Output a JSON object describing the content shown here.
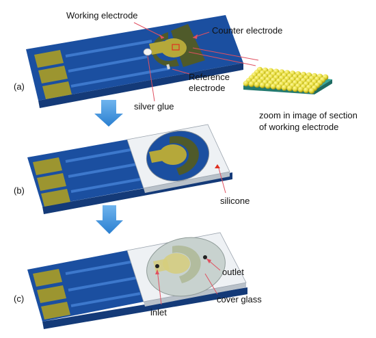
{
  "labels": {
    "working_electrode": "Working electrode",
    "counter_electrode": "Counter electrode",
    "reference_line1": "Reference",
    "reference_line2": "electrode",
    "silver_glue": "silver glue",
    "zoom_line1": "zoom in image of section",
    "zoom_line2": "of working electrode",
    "silicone": "silicone",
    "outlet": "outlet",
    "cover_glass": "cover glass",
    "inlet": "inlet"
  },
  "panels": {
    "a": "(a)",
    "b": "(b)",
    "c": "(c)"
  },
  "colors": {
    "substrate_top": "#1b4fa0",
    "substrate_side": "#143a78",
    "trace": "#3d78cc",
    "pad": "#9c9530",
    "electrode_gold": "#b5a83a",
    "counter_dark": "#4f5a2a",
    "silicone_frame": "#eef1f4",
    "cover_glass": "#c8d2cf",
    "leader": "#e05060",
    "arrow_blue": "#3c8fd8",
    "zoom_spheres": "#e6dc3a",
    "zoom_base": "#39a89a"
  }
}
